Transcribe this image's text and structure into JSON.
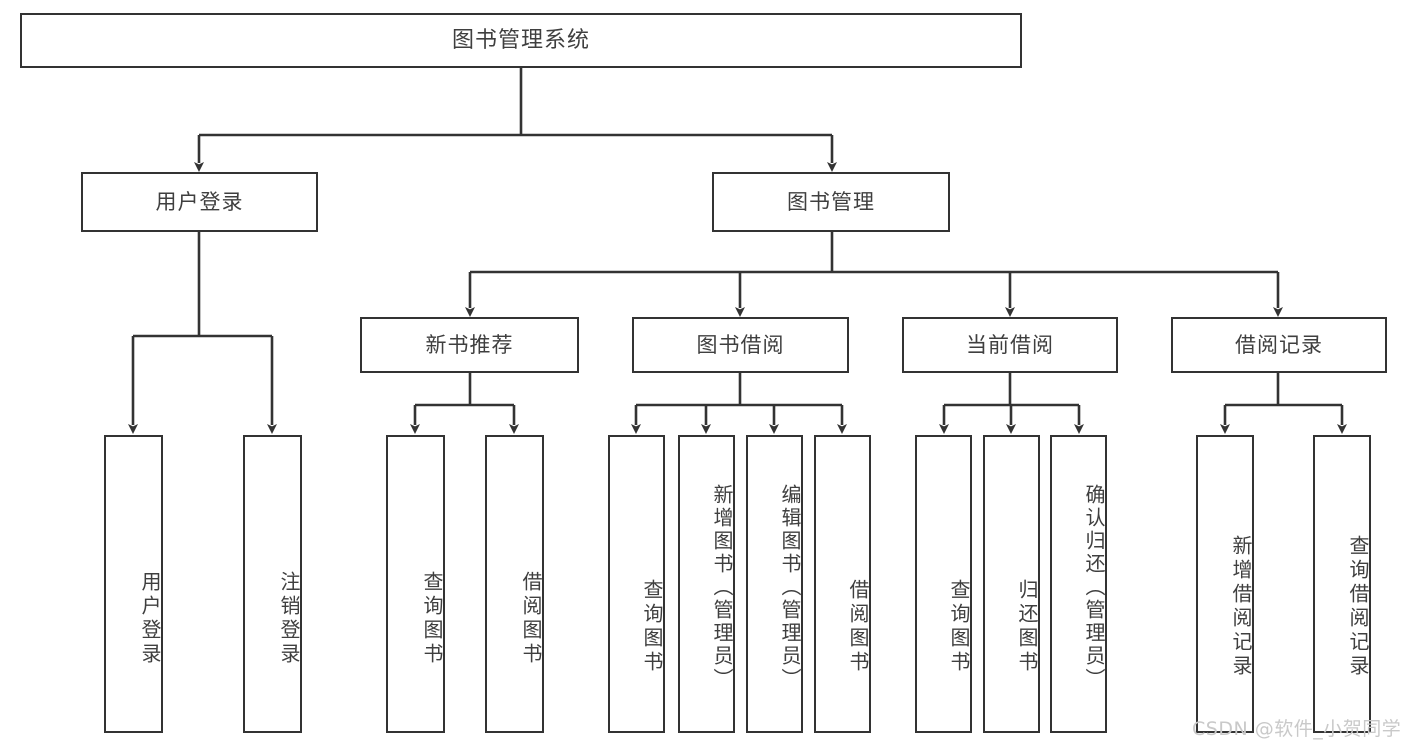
{
  "diagram": {
    "title": "图书管理系统",
    "type": "tree-hierarchy-diagram",
    "colors": {
      "stroke": "#333333",
      "text": "#3f3f3f",
      "background": "#ffffff",
      "watermark": "#c9c9c9"
    },
    "nodes": {
      "root": {
        "label": "图书管理系统"
      },
      "level1": [
        {
          "id": "user-login",
          "label": "用户登录"
        },
        {
          "id": "book-management",
          "label": "图书管理"
        }
      ],
      "level2": [
        {
          "id": "new-book-recommend",
          "label": "新书推荐"
        },
        {
          "id": "book-borrow",
          "label": "图书借阅"
        },
        {
          "id": "current-borrow",
          "label": "当前借阅"
        },
        {
          "id": "borrow-record",
          "label": "借阅记录"
        }
      ],
      "leaves": {
        "user_login": [
          {
            "id": "leaf-user-login",
            "label": "用户登录"
          },
          {
            "id": "leaf-logout-login",
            "label": "注销登录"
          }
        ],
        "new_book_recommend": [
          {
            "id": "leaf-query-book-1",
            "label": "查询图书"
          },
          {
            "id": "leaf-borrow-book-1",
            "label": "借阅图书"
          }
        ],
        "book_borrow": [
          {
            "id": "leaf-query-book-2",
            "label": "查询图书"
          },
          {
            "id": "leaf-add-book-admin",
            "label": "新增图书（管理员）"
          },
          {
            "id": "leaf-edit-book-admin",
            "label": "编辑图书（管理员）"
          },
          {
            "id": "leaf-borrow-book-2",
            "label": "借阅图书"
          }
        ],
        "current_borrow": [
          {
            "id": "leaf-query-book-3",
            "label": "查询图书"
          },
          {
            "id": "leaf-return-book",
            "label": "归还图书"
          },
          {
            "id": "leaf-confirm-return-admin",
            "label": "确认归还（管理员）"
          }
        ],
        "borrow_record": [
          {
            "id": "leaf-add-borrow-record",
            "label": "新增借阅记录"
          },
          {
            "id": "leaf-query-borrow-record",
            "label": "查询借阅记录"
          }
        ]
      }
    },
    "watermark": "CSDN @软件_小贺同学"
  }
}
